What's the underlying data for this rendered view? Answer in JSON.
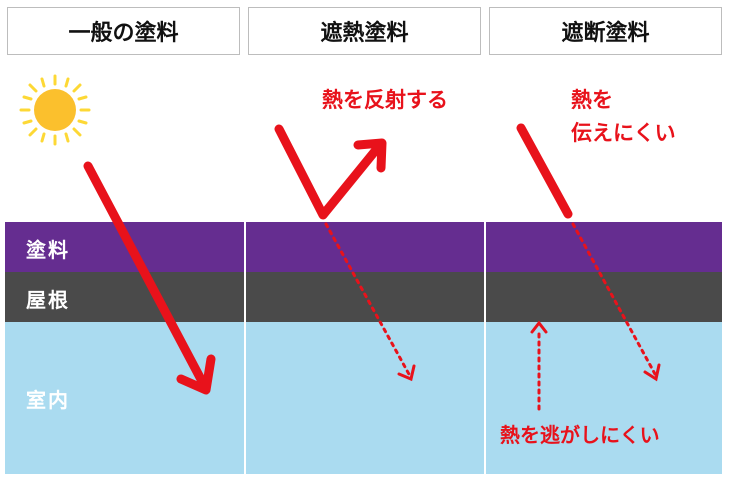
{
  "columns": [
    {
      "title": "一般の塗料"
    },
    {
      "title": "遮熱塗料"
    },
    {
      "title": "遮断塗料"
    }
  ],
  "layers": {
    "paint": "塗料",
    "roof": "屋根",
    "room": "室内"
  },
  "captions": {
    "reflect": "熱を反射する",
    "transmit_line1": "熱を",
    "transmit_line2": "伝えにくい",
    "escape": "熱を逃がしにくい"
  },
  "colors": {
    "paint_layer": "#652d90",
    "roof_layer": "#4a4a4a",
    "room_layer": "#aadbf0",
    "arrow": "#e8121b",
    "sun": "#fbc02d",
    "sun_rays": "#fdd835"
  },
  "icons": {
    "sun": "sun-icon",
    "heat_arrows": "arrow-icon"
  }
}
